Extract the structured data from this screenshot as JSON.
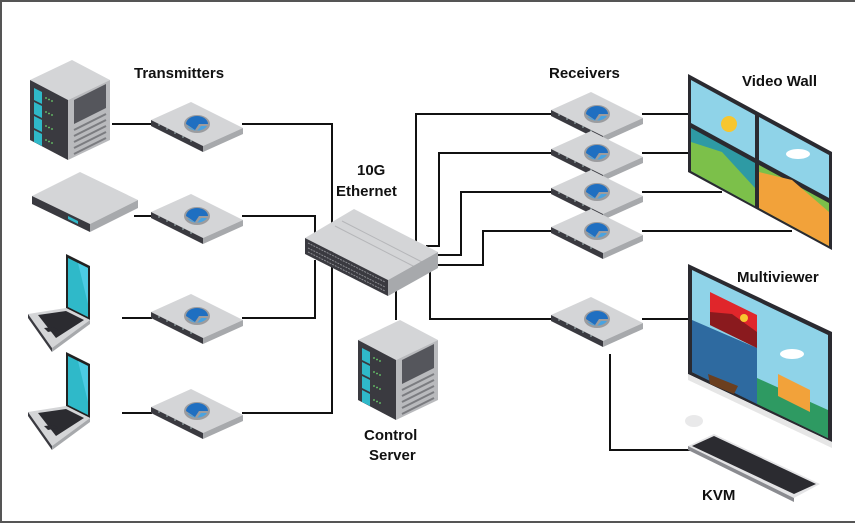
{
  "diagram": {
    "title": "10G Ethernet AV-over-IP topology",
    "labels": {
      "transmitters": "Transmitters",
      "switch_line1": "10G",
      "switch_line2": "Ethernet",
      "receivers": "Receivers",
      "video_wall": "Video Wall",
      "multiviewer": "Multiviewer",
      "control_line1": "Control",
      "control_line2": "Server",
      "kvm": "KVM"
    },
    "sources": [
      {
        "device": "server-tower",
        "encoder": "transmitter"
      },
      {
        "device": "media-player",
        "encoder": "transmitter"
      },
      {
        "device": "laptop",
        "encoder": "transmitter"
      },
      {
        "device": "laptop",
        "encoder": "transmitter"
      }
    ],
    "receivers": [
      {
        "destination": "video-wall"
      },
      {
        "destination": "video-wall"
      },
      {
        "destination": "video-wall"
      },
      {
        "destination": "video-wall"
      },
      {
        "destination": "multiviewer + kvm"
      }
    ],
    "colors": {
      "line": "#111111",
      "device_top": "#d4d5d7",
      "device_side": "#a7a9ac",
      "device_front": "#3a3a40",
      "logo_blue": "#1f6fc1",
      "logo_light": "#4aa3e0",
      "screen_teal": "#2fb9c9",
      "sky": "#8fd3e8",
      "grass": "#7cc04a",
      "mountain": "#2e9aa4",
      "sun": "#f7c62f",
      "red_panel": "#e0262b",
      "orange_panel": "#f2a23a"
    }
  }
}
